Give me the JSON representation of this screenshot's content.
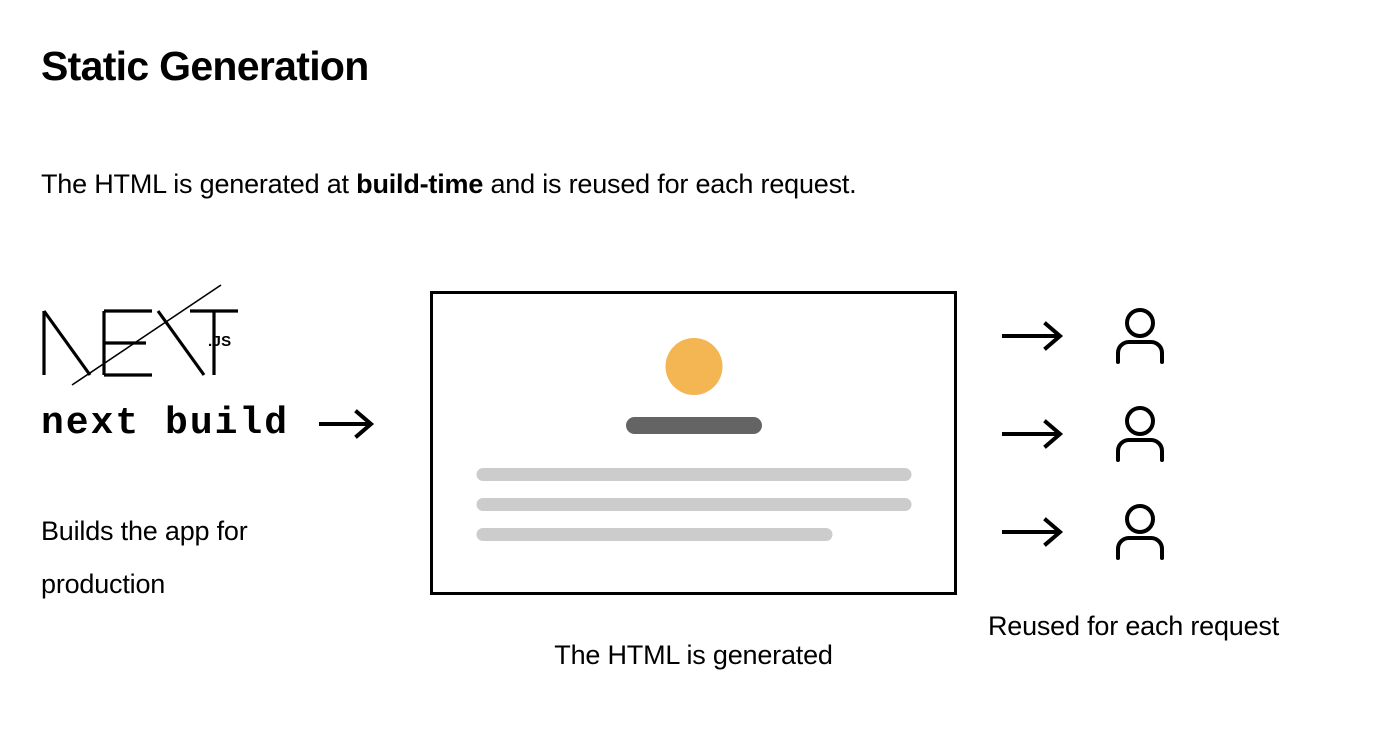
{
  "page": {
    "title": "Static Generation",
    "intro_before": "The HTML is generated at ",
    "intro_bold": "build-time",
    "intro_after": " and is reused for each request."
  },
  "left": {
    "logo_name": "nextjs-logo",
    "logo_suffix": ".JS",
    "command": "next build",
    "arrow_glyph": "→",
    "caption": "Builds the app for production"
  },
  "card": {
    "caption": "The HTML is generated",
    "circle_color": "#F4B553",
    "titlebar_color": "#646464",
    "line_color": "#CCCCCC",
    "border_color": "#000000",
    "line_widths": [
      "100%",
      "100%",
      "82%"
    ]
  },
  "right": {
    "caption": "Reused for each request",
    "requests": [
      {
        "arrow": "arrow-right-icon",
        "user": "user-icon"
      },
      {
        "arrow": "arrow-right-icon",
        "user": "user-icon"
      },
      {
        "arrow": "arrow-right-icon",
        "user": "user-icon"
      }
    ]
  }
}
